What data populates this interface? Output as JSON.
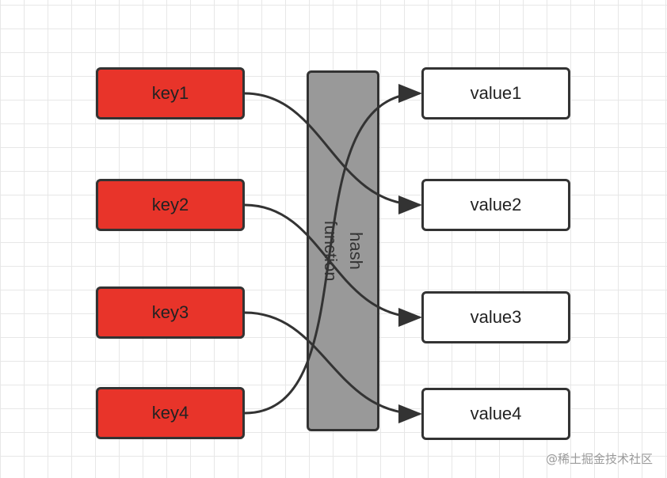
{
  "keys": [
    {
      "label": "key1"
    },
    {
      "label": "key2"
    },
    {
      "label": "key3"
    },
    {
      "label": "key4"
    }
  ],
  "values": [
    {
      "label": "value1"
    },
    {
      "label": "value2"
    },
    {
      "label": "value3"
    },
    {
      "label": "value4"
    }
  ],
  "hash": {
    "line1": "hash",
    "line2": "function"
  },
  "mappings": [
    {
      "from": "key1",
      "to": "value2"
    },
    {
      "from": "key2",
      "to": "value3"
    },
    {
      "from": "key3",
      "to": "value4"
    },
    {
      "from": "key4",
      "to": "value1"
    }
  ],
  "watermark": "@稀土掘金技术社区",
  "colors": {
    "key_fill": "#e8342a",
    "value_fill": "#ffffff",
    "hash_fill": "#999999",
    "stroke": "#333333"
  }
}
